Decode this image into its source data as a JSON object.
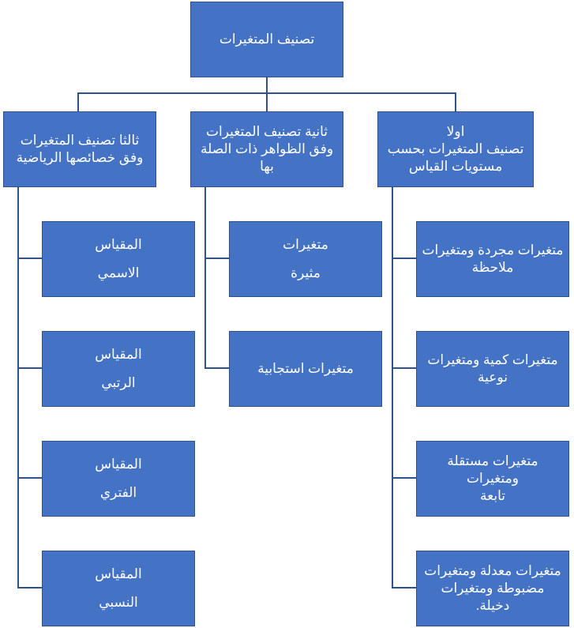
{
  "diagram": {
    "root": {
      "label": "تصنيف المتغيرات"
    },
    "branches": [
      {
        "label": "اولا\nتصنيف المتغيرات بحسب\nمستويات القياس",
        "children": [
          "متغيرات مجردة ومتغيرات\nملاحظة",
          "متغيرات كمية ومتغيرات\nنوعية",
          "متغيرات مستقلة ومتغيرات\nتابعة",
          "متغيرات معدلة ومتغيرات\nمضبوطة ومتغيرات\nدخيلة."
        ]
      },
      {
        "label": "ثانية تصنيف المتغيرات\nوفق الظواهر ذات الصلة\nبها",
        "children": [
          "متغيرات\nمثيرة",
          "متغيرات استجابية"
        ]
      },
      {
        "label": "ثالثا تصنيف المتغيرات\nوفق خصائصها الرياضية",
        "children": [
          "المقياس\nالاسمي",
          "المقياس\nالرتبي",
          "المقياس\nالفتري",
          "المقياس\nالنسبي"
        ]
      }
    ]
  },
  "colors": {
    "box_fill": "#4472c4",
    "box_border": "#2f528f",
    "connector": "#2f528f",
    "text": "#ffffff"
  }
}
